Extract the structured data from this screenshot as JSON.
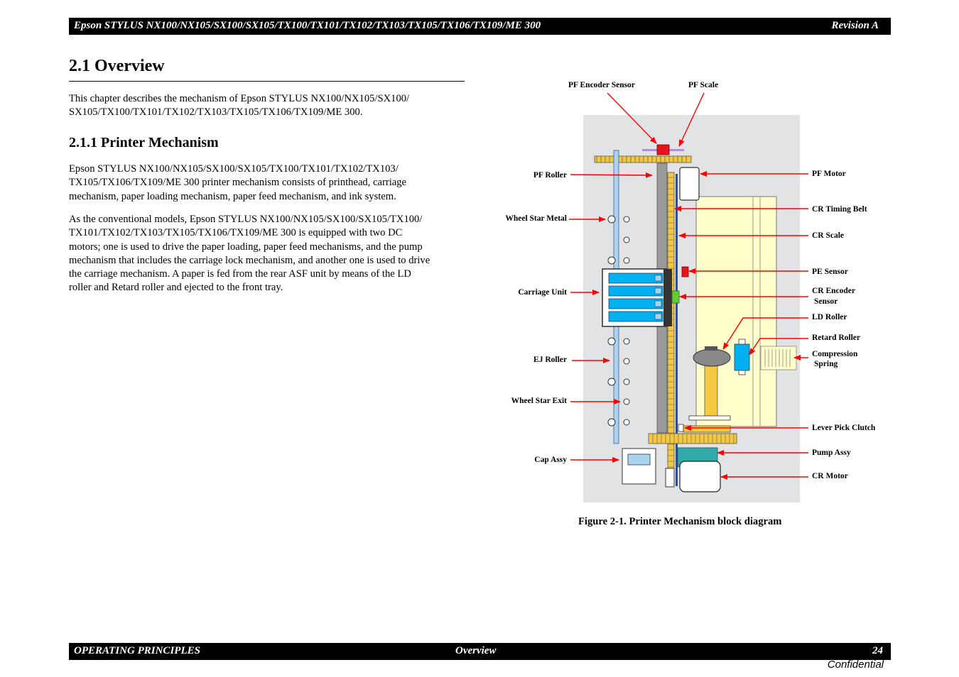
{
  "header": {
    "title": "Epson STYLUS NX100/NX105/SX100/SX105/TX100/TX101/TX102/TX103/TX105/TX106/TX109/ME 300",
    "revision": "Revision A"
  },
  "section": {
    "heading": "2.1  Overview",
    "intro_line1": "This chapter describes the mechanism of Epson STYLUS NX100/NX105/SX100/",
    "intro_line2": "SX105/TX100/TX101/TX102/TX103/TX105/TX106/TX109/ME 300."
  },
  "subsection": {
    "heading": "2.1.1  Printer Mechanism",
    "para1": [
      "Epson STYLUS NX100/NX105/SX100/SX105/TX100/TX101/TX102/TX103/",
      "TX105/TX106/TX109/ME 300 printer mechanism consists of printhead, carriage",
      "mechanism, paper loading mechanism, paper feed mechanism, and ink system."
    ],
    "para2": [
      "As the conventional models, Epson STYLUS NX100/NX105/SX100/SX105/TX100/",
      "TX101/TX102/TX103/TX105/TX106/TX109/ME 300 is equipped with two DC",
      "motors; one is used to drive the paper loading, paper feed mechanisms, and the pump",
      "mechanism that includes the carriage lock mechanism, and another one is used to drive",
      "the carriage mechanism. A paper is fed from the rear ASF unit by means of the LD",
      "roller and Retard roller and ejected to the front tray."
    ]
  },
  "figure": {
    "caption": "Figure 2-1.  Printer Mechanism block diagram",
    "labels": {
      "pf_encoder_sensor": "PF Encoder Sensor",
      "pf_scale": "PF Scale",
      "pf_roller": "PF Roller",
      "wheel_star_metal": "Wheel Star Metal",
      "carriage_unit": "Carriage Unit",
      "ej_roller": "EJ Roller",
      "wheel_star_exit": "Wheel Star Exit",
      "cap_assy": "Cap Assy",
      "pf_motor": "PF Motor",
      "cr_timing_belt": "CR Timing Belt",
      "cr_scale": "CR Scale",
      "pe_sensor": "PE Sensor",
      "cr_encoder_1": "CR Encoder",
      "cr_encoder_2": "Sensor",
      "ld_roller": "LD Roller",
      "retard_roller": "Retard Roller",
      "compression_1": "Compression",
      "compression_2": "Spring",
      "lever_pick_clutch": "Lever Pick Clutch",
      "pump_assy": "Pump Assy",
      "cr_motor": "CR Motor"
    },
    "colors": {
      "arrow": "#ff0000",
      "panel": "#e2e3e5",
      "ink": "#00b0f0",
      "belt": "#f5c842",
      "asf": "#ffffcc",
      "sensor_green": "#66cc33",
      "pump": "#33aaaa"
    }
  },
  "footer": {
    "chapter": "OPERATING PRINCIPLES",
    "section": "Overview",
    "page": "24",
    "confidential": "Confidential"
  }
}
